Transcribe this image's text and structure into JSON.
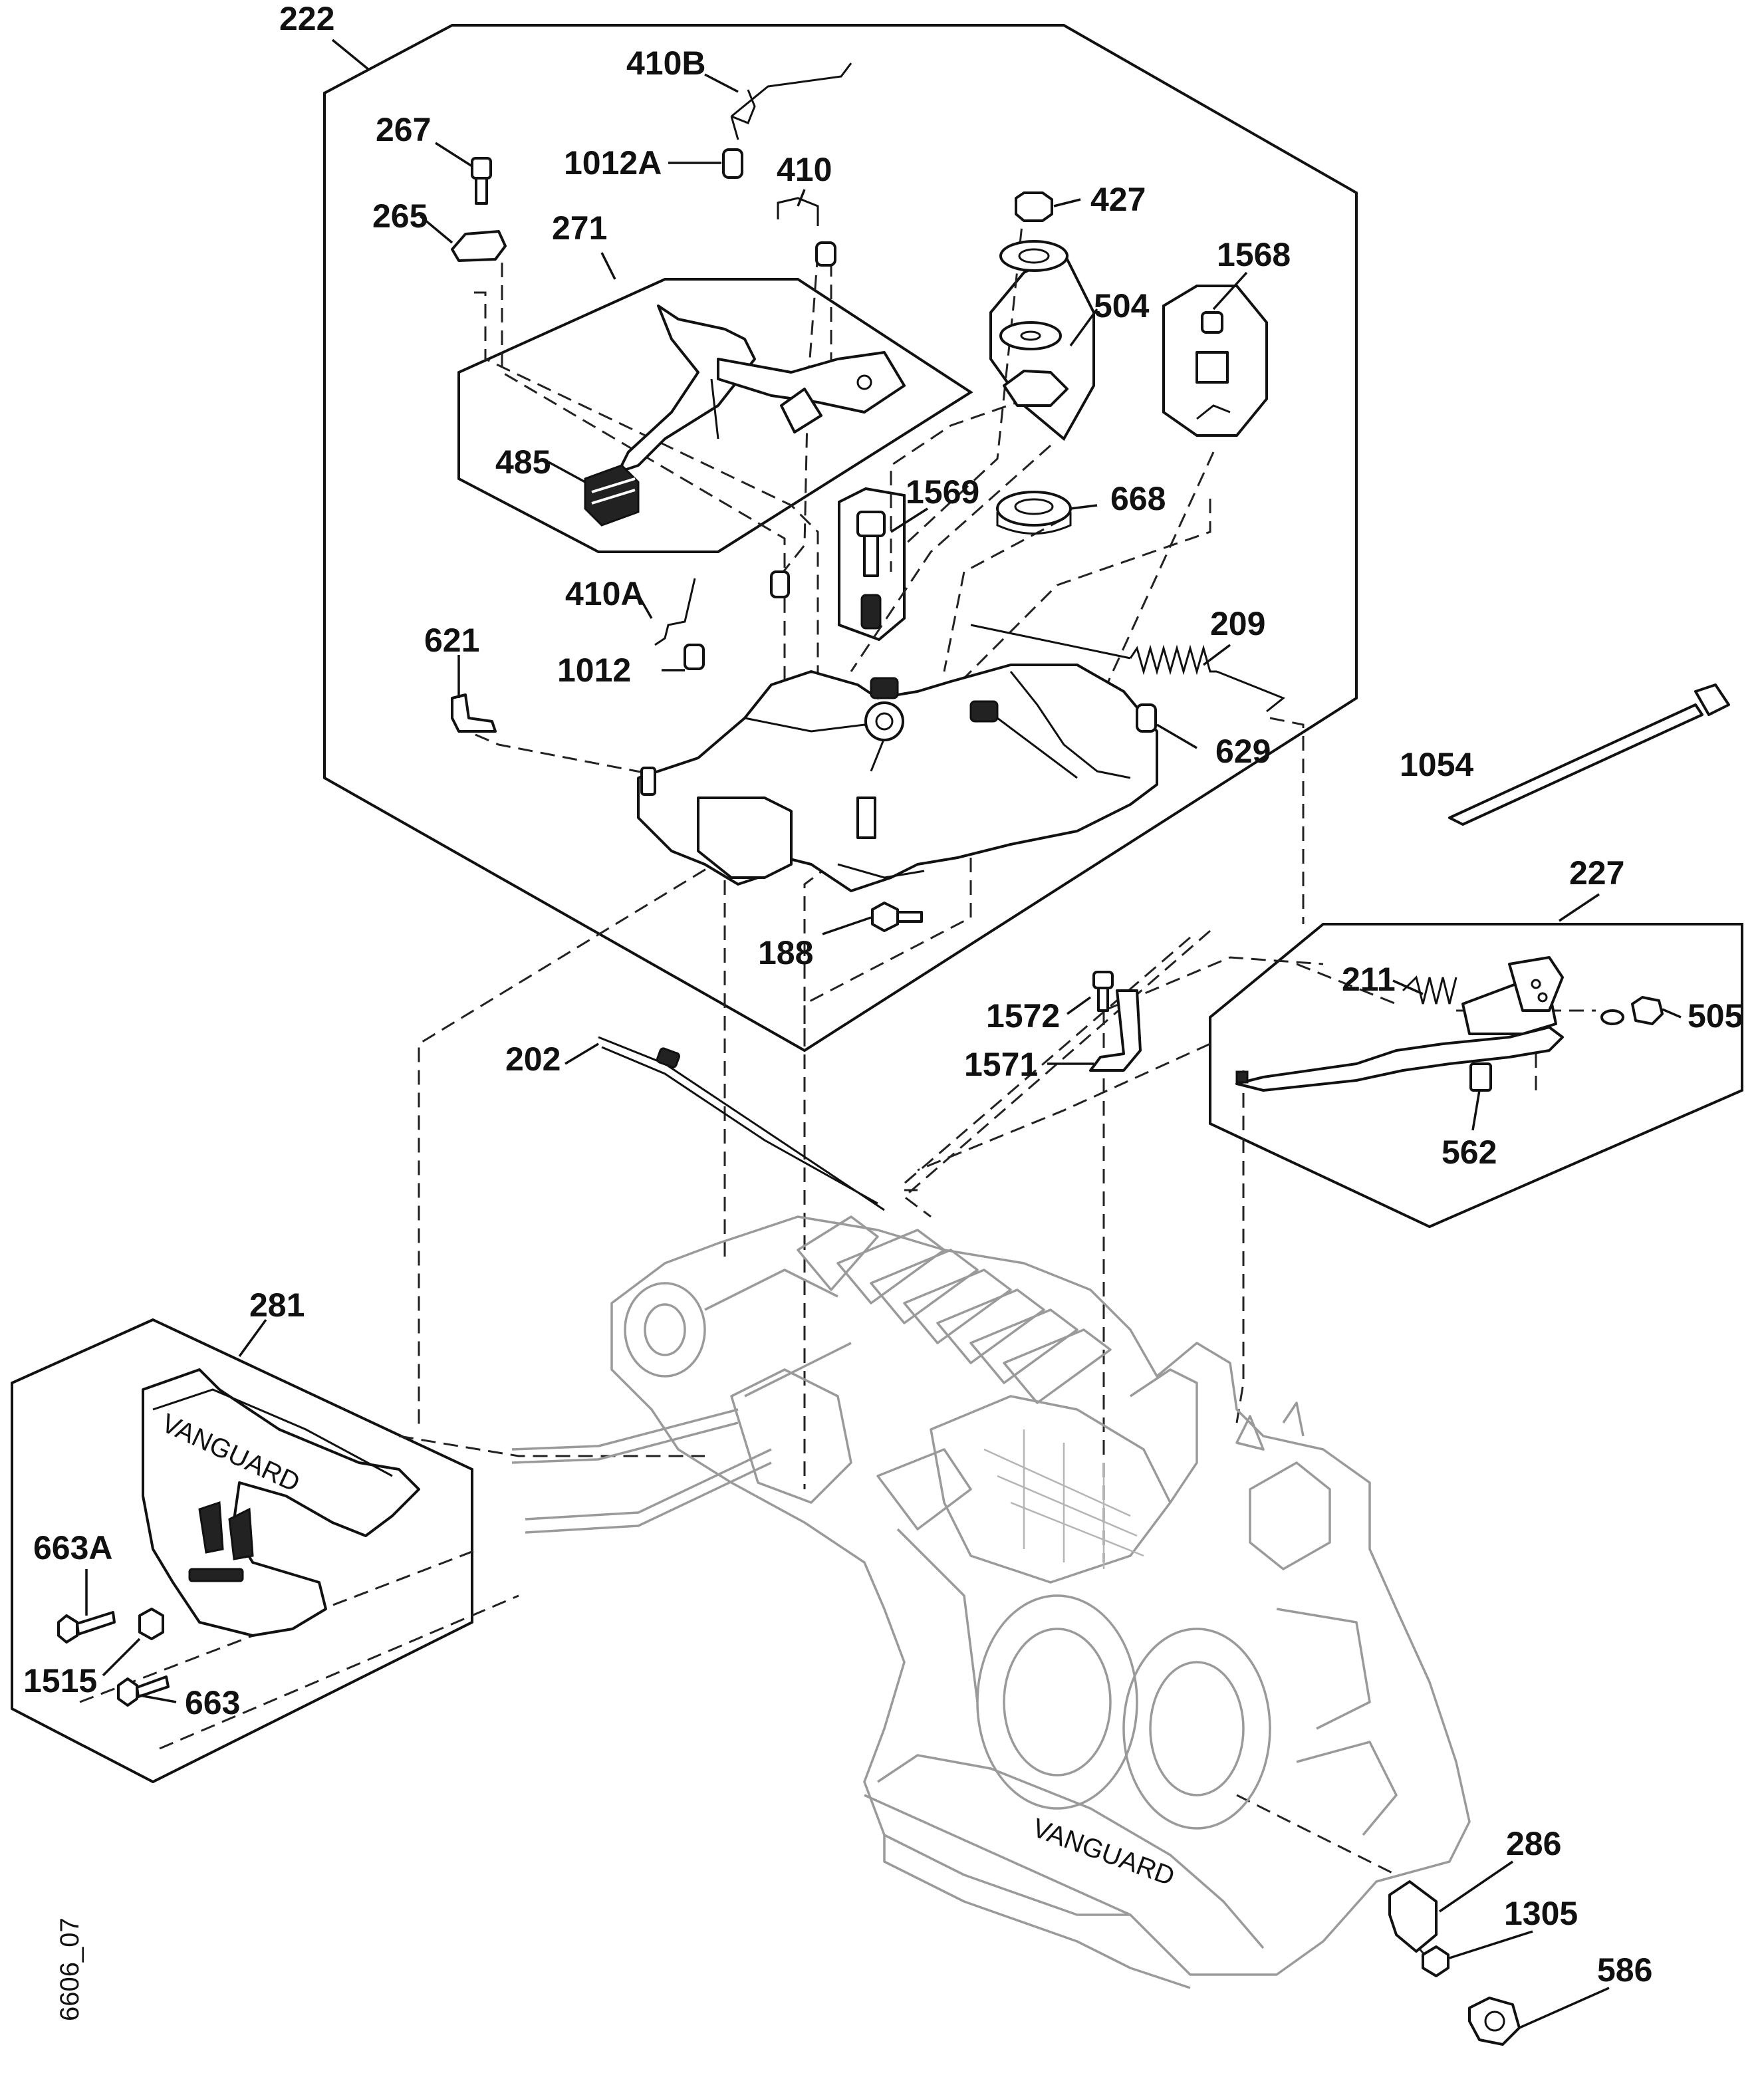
{
  "diagram_code": "6606_07",
  "callouts": {
    "c222": "222",
    "c410B": "410B",
    "c267": "267",
    "c1012A": "1012A",
    "c410": "410",
    "c427": "427",
    "c265": "265",
    "c271": "271",
    "c1568": "1568",
    "c504": "504",
    "c485": "485",
    "c1569": "1569",
    "c668": "668",
    "c410A": "410A",
    "c209": "209",
    "c621": "621",
    "c1012": "1012",
    "c629": "629",
    "c1054": "1054",
    "c227": "227",
    "c188": "188",
    "c211": "211",
    "c1572": "1572",
    "c505": "505",
    "c202": "202",
    "c1571": "1571",
    "c562": "562",
    "c281": "281",
    "c663A": "663A",
    "c1515": "1515",
    "c663": "663",
    "c286": "286",
    "c1305": "1305",
    "c586": "586"
  },
  "brand_marks": {
    "engine_block": "VANGUARD",
    "cover_281": "VANGUARD"
  }
}
